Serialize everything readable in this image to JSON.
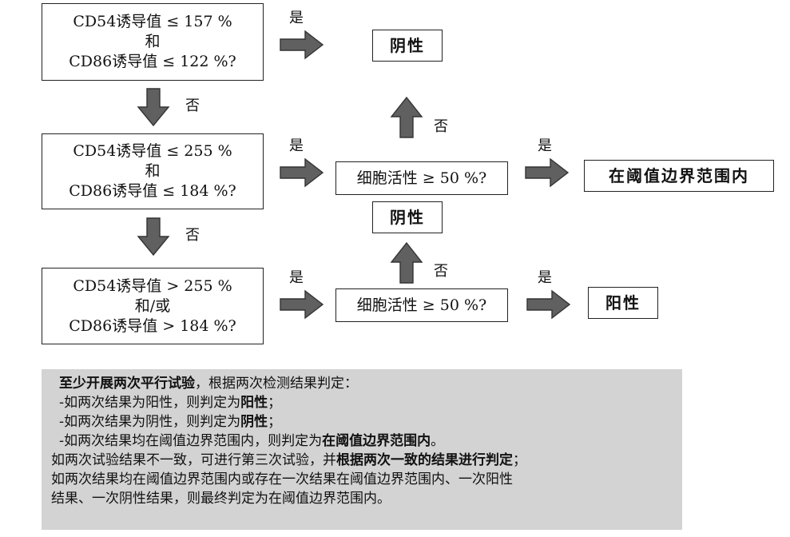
{
  "boxes": {
    "cond1": {
      "line1": "CD54诱导值 ≤ 157 %",
      "line2": "和",
      "line3": "CD86诱导值 ≤ 122 %?"
    },
    "cond2": {
      "line1": "CD54诱导值 ≤ 255 %",
      "line2": "和",
      "line3": "CD86诱导值 ≤ 184 %?"
    },
    "cond3": {
      "line1": "CD54诱导值 > 255 %",
      "line2": "和/或",
      "line3": "CD86诱导值 > 184 %?"
    },
    "viability1": "细胞活性 ≥ 50 %?",
    "viability2": "细胞活性 ≥ 50 %?",
    "result_negative_1": "阴性",
    "result_negative_2": "阴性",
    "result_borderline": "在阈值边界范围内",
    "result_positive": "阳性"
  },
  "labels": {
    "yes": "是",
    "no": "否"
  },
  "note": {
    "line1_bold": "至少开展两次平行试验",
    "line1_rest": "，根据两次检测结果判定：",
    "item1_pre": "-如两次结果为阳性，则判定为",
    "item1_bold": "阳性",
    "item1_post": "；",
    "item2_pre": "-如两次结果为阴性，则判定为",
    "item2_bold": "阴性",
    "item2_post": "；",
    "item3_pre": "-如两次结果均在阈值边界范围内，则判定为",
    "item3_bold": "在阈值边界范围内",
    "item3_post": "。",
    "para1_pre": "如两次试验结果不一致，可进行第三次试验，并",
    "para1_bold": "根据两次一致的结果进行判定",
    "para1_post": "；",
    "para2_line1": "如两次结果均在阈值边界范围内或存在一次结果在阈值边界范围内、一次阳性",
    "para2_line2": "结果、一次阴性结果，则最终判定为在阈值边界范围内。"
  }
}
